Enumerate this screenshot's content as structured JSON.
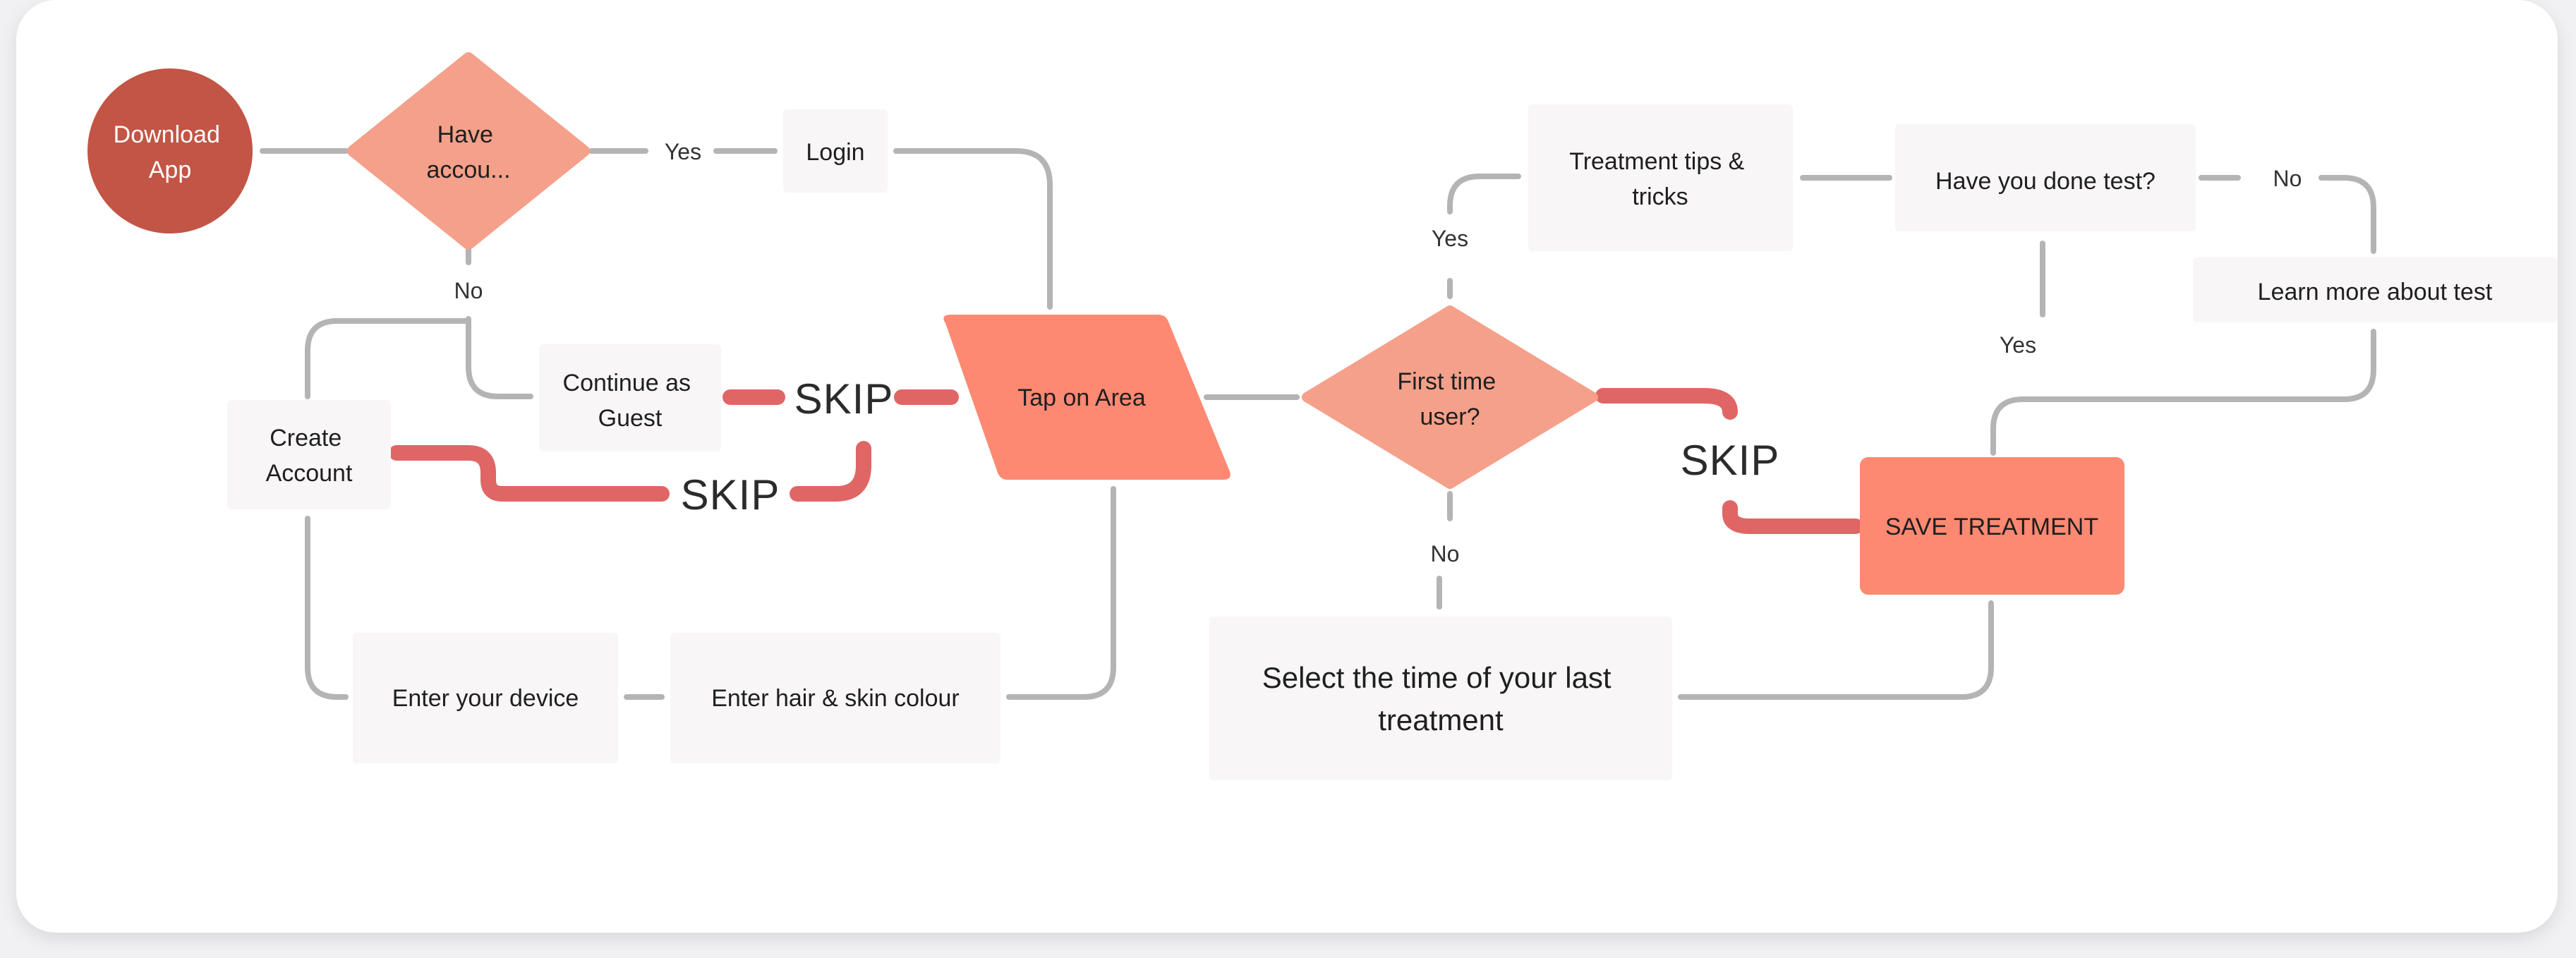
{
  "nodes": {
    "download_app": {
      "label": [
        "Download",
        "App"
      ]
    },
    "have_account": {
      "label": [
        "Have",
        "accou..."
      ]
    },
    "login": {
      "label": [
        "Login"
      ]
    },
    "continue_guest": {
      "label": [
        "Continue as",
        "Guest"
      ]
    },
    "create_account": {
      "label": [
        "Create",
        "Account"
      ]
    },
    "tap_on_area": {
      "label": [
        "Tap on Area"
      ]
    },
    "enter_device": {
      "label": [
        "Enter your device"
      ]
    },
    "enter_hair_skin": {
      "label": [
        "Enter hair & skin colour"
      ]
    },
    "first_time_user": {
      "label": [
        "First time",
        "user?"
      ]
    },
    "treatment_tips": {
      "label": [
        "Treatment tips &",
        "tricks"
      ]
    },
    "have_done_test": {
      "label": [
        "Have you done test?"
      ]
    },
    "learn_more_test": {
      "label": [
        "Learn more about test"
      ]
    },
    "save_treatment": {
      "label": [
        "SAVE TREATMENT"
      ]
    },
    "select_time": {
      "label": [
        "Select the time of your last",
        "treatment"
      ]
    }
  },
  "edge_labels": {
    "account_yes": "Yes",
    "account_no": "No",
    "first_yes": "Yes",
    "first_no": "No",
    "test_no": "No",
    "test_yes": "Yes"
  },
  "skip_labels": {
    "guest_skip": "SKIP",
    "create_skip": "SKIP",
    "save_skip": "SKIP"
  },
  "colors": {
    "start_node": "#c25545",
    "decision": "#f5a08a",
    "action": "#fd8972",
    "box": "#f8f6f6",
    "connector": "#b4b4b4",
    "skip_connector": "#e06666"
  }
}
